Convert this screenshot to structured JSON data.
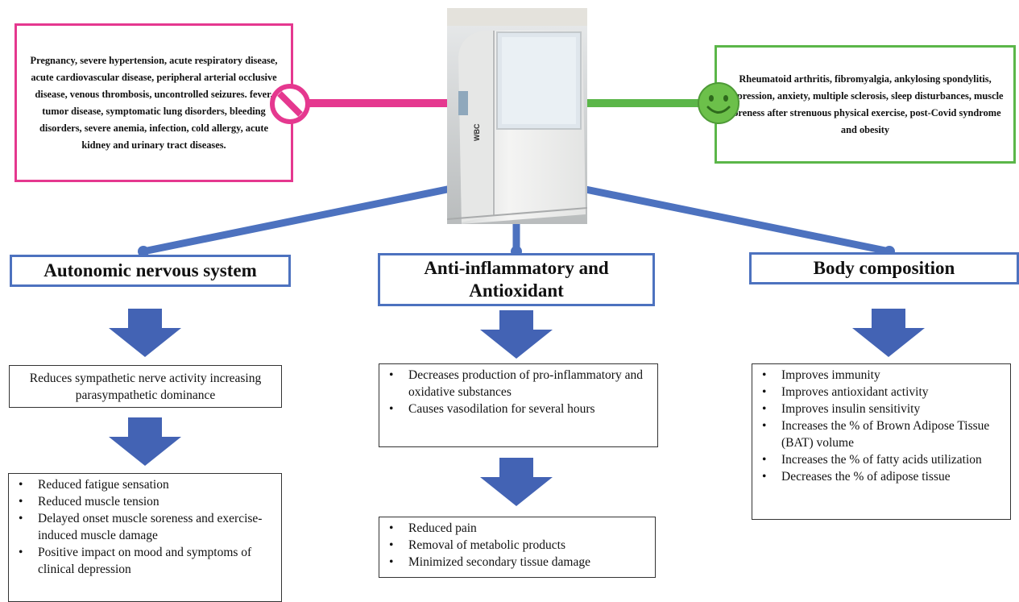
{
  "contraindications": {
    "text": "Pregnancy, severe hypertension, acute respiratory disease, acute cardiovascular disease, peripheral arterial occlusive disease, venous thrombosis, uncontrolled seizures. fever, tumor disease, symptomatic lung disorders, bleeding disorders, severe anemia, infection, cold allergy, acute kidney and urinary tract diseases.",
    "icon": "no-entry-icon",
    "color": "#e5388f"
  },
  "indications": {
    "text": "Rheumatoid arthritis, fibromyalgia, ankylosing spondylitis, depression, anxiety, multiple sclerosis, sleep disturbances, muscle soreness after strenuous physical exercise, post-Covid syndrome and obesity",
    "icon": "smiley-face-icon",
    "color": "#5bb649"
  },
  "device": {
    "label": "WBC"
  },
  "accent_color": "#4d72bf",
  "branches": [
    {
      "title": "Autonomic nervous system",
      "effect": "Reduces sympathetic nerve activity increasing parasympathetic dominance",
      "outcomes": [
        "Reduced fatigue sensation",
        "Reduced muscle tension",
        "Delayed onset muscle soreness and exercise-induced muscle damage",
        "Positive impact on mood and symptoms of clinical depression"
      ]
    },
    {
      "title": "Anti-inflammatory and Antioxidant",
      "effects": [
        "Decreases production of pro-inflammatory and oxidative substances",
        "Causes vasodilation for several hours"
      ],
      "outcomes": [
        "Reduced pain",
        "Removal of metabolic products",
        "Minimized secondary tissue damage"
      ]
    },
    {
      "title": "Body composition",
      "effects": [
        "Improves immunity",
        "Improves antioxidant activity",
        "Improves insulin  sensitivity",
        "Increases the % of Brown Adipose Tissue (BAT) volume",
        "Increases the % of fatty acids utilization",
        "Decreases the % of adipose tissue"
      ]
    }
  ]
}
